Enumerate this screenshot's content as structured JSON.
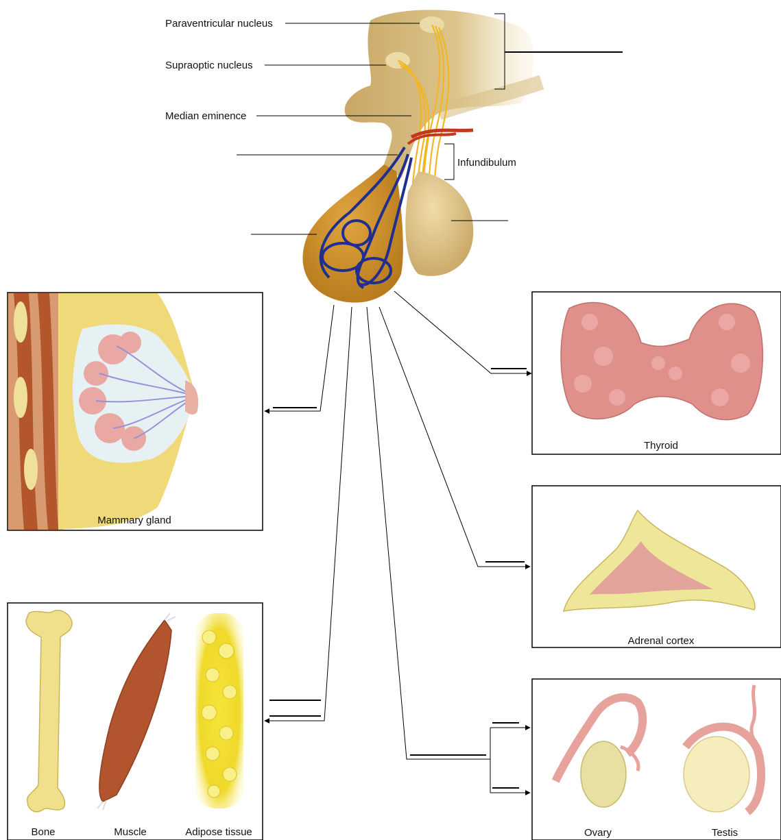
{
  "labels": {
    "paraventricular": "Paraventricular nucleus",
    "supraoptic": "Supraoptic nucleus",
    "median_eminence": "Median eminence",
    "infundibulum": "Infundibulum"
  },
  "targets": {
    "mammary": "Mammary gland",
    "thyroid": "Thyroid",
    "adrenal": "Adrenal cortex",
    "bone": "Bone",
    "muscle": "Muscle",
    "adipose": "Adipose tissue",
    "ovary": "Ovary",
    "testis": "Testis"
  },
  "colors": {
    "brain_tan": "#d9bd7c",
    "anterior_pituitary": "#c8891f",
    "portal_vein_blue": "#1f2e8f",
    "artery_red": "#c2381d",
    "axon_yellow": "#f0b623",
    "gland_pink": "#e4958d",
    "bone_yellow": "#efe08a",
    "muscle_red": "#b2552e",
    "adipose_yellow": "#f2e23a"
  }
}
